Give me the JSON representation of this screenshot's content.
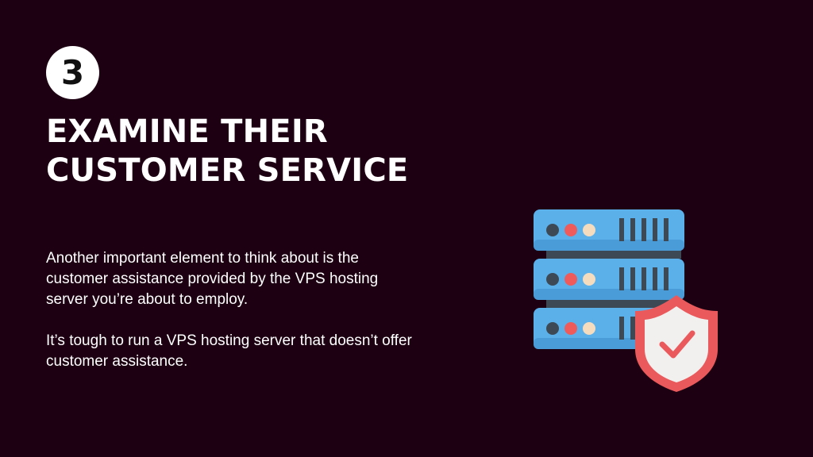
{
  "slide": {
    "step_number": "3",
    "title_line1": "EXAMINE THEIR",
    "title_line2": "CUSTOMER SERVICE",
    "paragraph1": "Another important element to think about is the customer assistance provided by the VPS hosting server you’re about to employ.",
    "paragraph2": "It’s tough to run a VPS hosting server that doesn’t offer customer assistance."
  },
  "colors": {
    "background": "#1e0013",
    "server_blue": "#5bb0ea",
    "server_dark": "#3d4a55",
    "shield_red": "#ea5a5c",
    "shield_inner": "#f2efef",
    "led_red": "#ef5b5b",
    "led_cream": "#f5dcbf"
  },
  "icons": {
    "server": "server-stack-icon",
    "shield": "shield-check-icon"
  }
}
